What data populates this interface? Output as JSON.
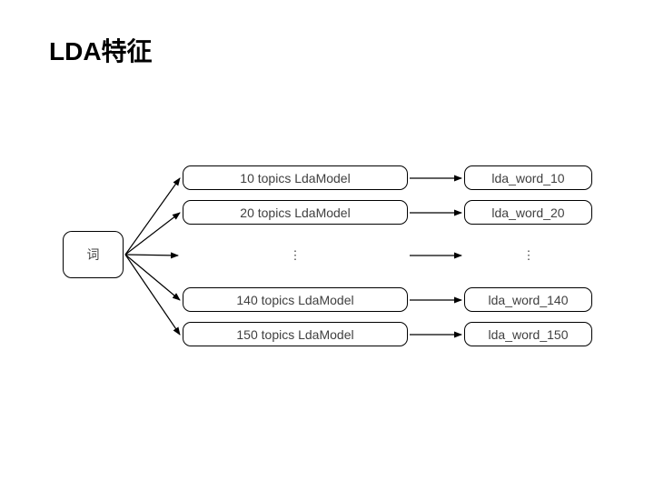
{
  "title": "LDA特征",
  "colors": {
    "background": "#ffffff",
    "shape_stroke": "#000000",
    "shape_text": "#404040",
    "title_text": "#000000"
  },
  "diagram": {
    "source_node": {
      "label": "词"
    },
    "ellipsis": "⋮",
    "rows": [
      {
        "model": "10 topics LdaModel",
        "output": "lda_word_10"
      },
      {
        "model": "20 topics LdaModel",
        "output": "lda_word_20"
      },
      {
        "model": "140 topics LdaModel",
        "output": "lda_word_140"
      },
      {
        "model": "150 topics LdaModel",
        "output": "lda_word_150"
      }
    ]
  }
}
